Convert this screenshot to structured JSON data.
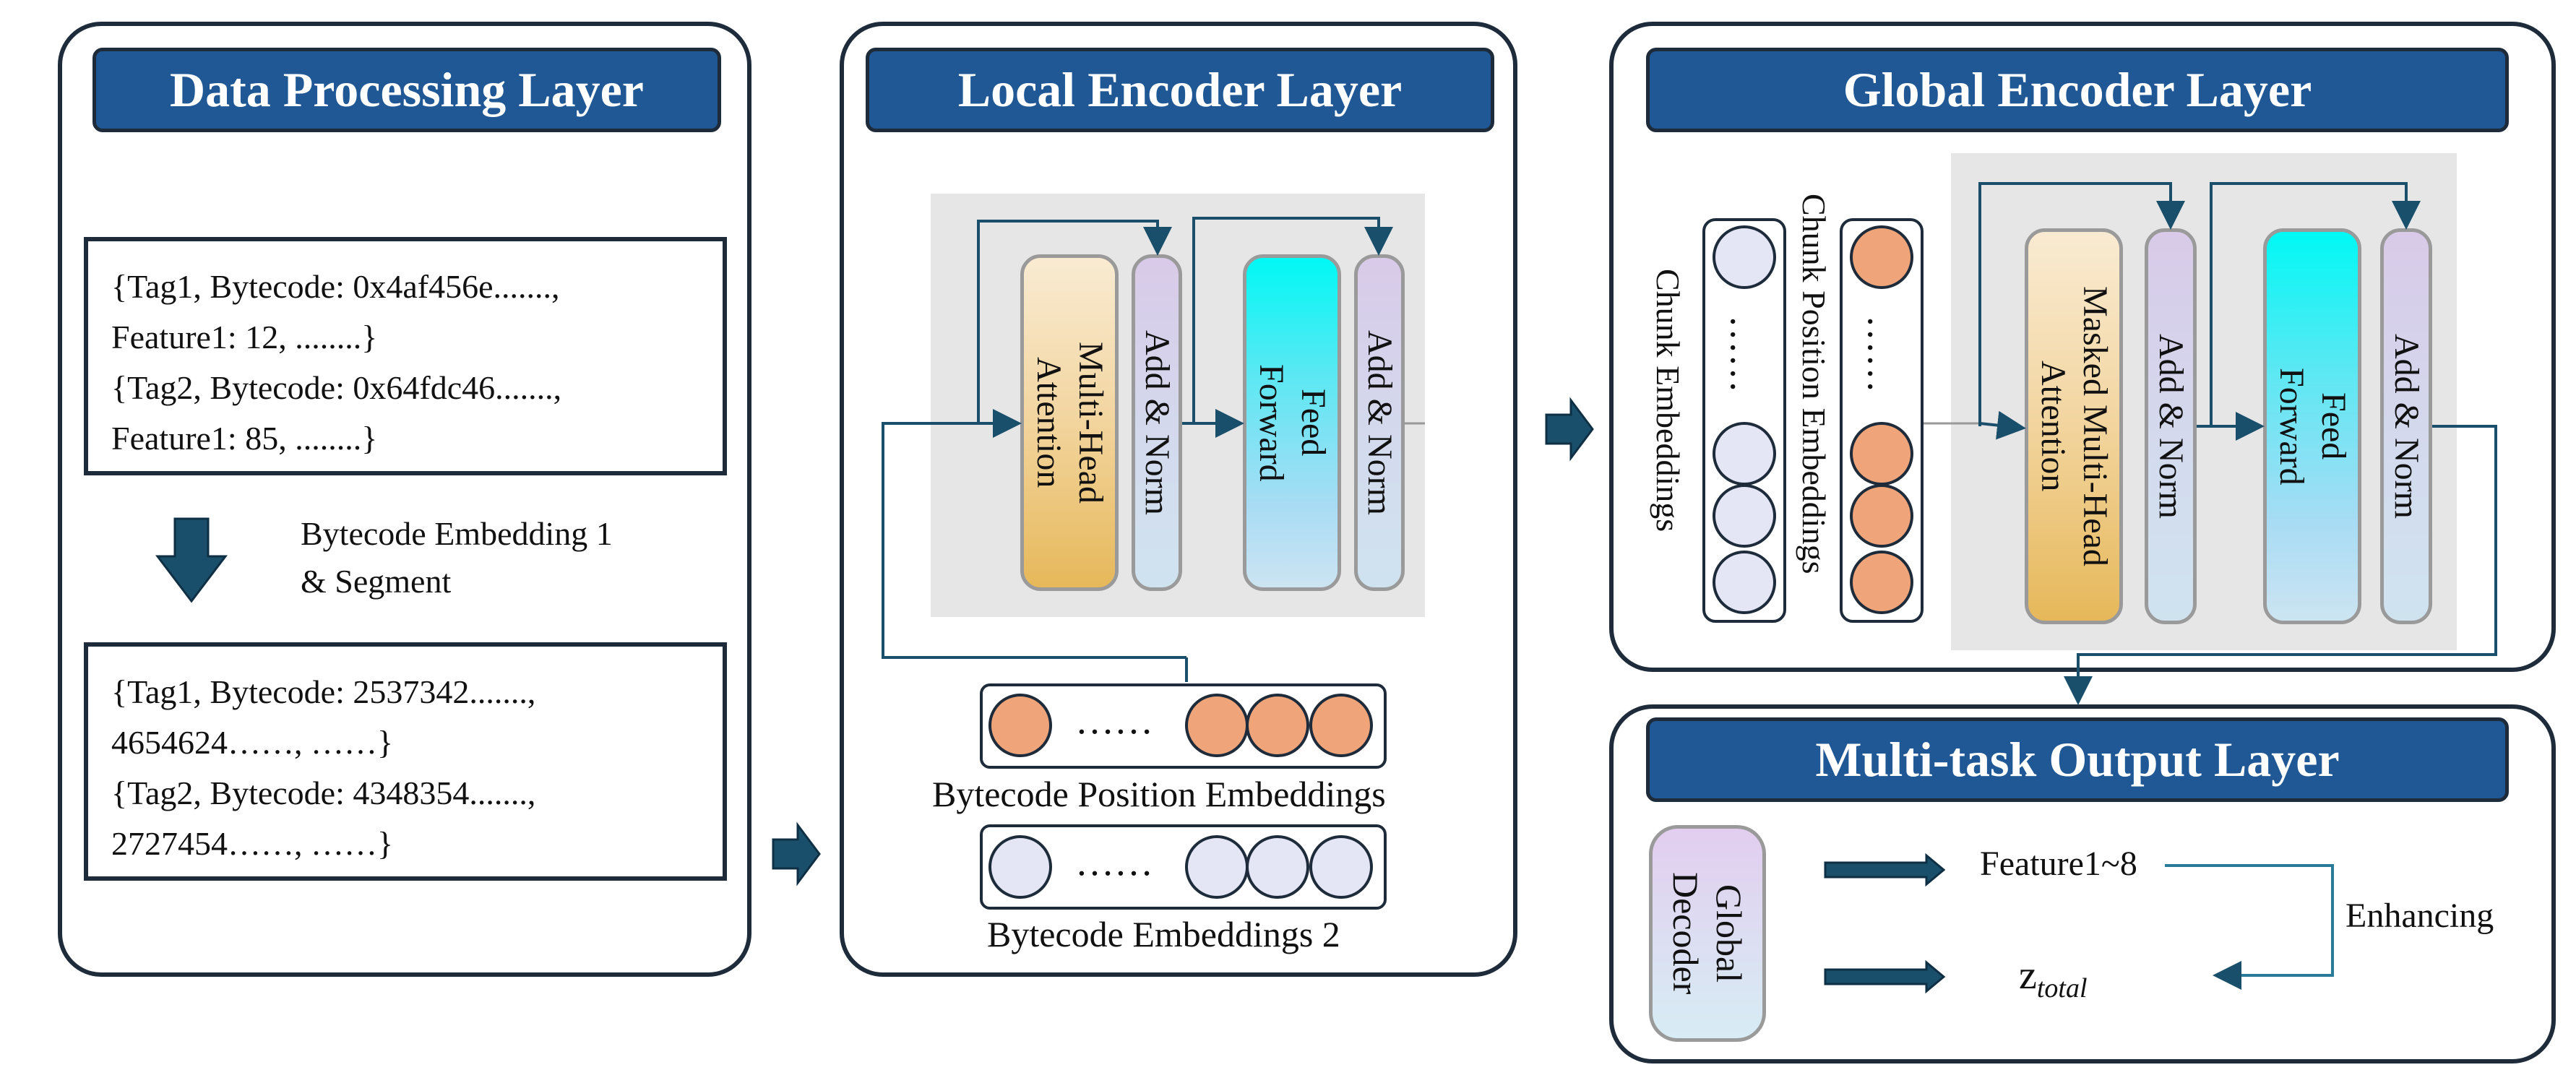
{
  "panels": {
    "data_processing": {
      "title": "Data Processing Layer",
      "box1": [
        "{Tag1, Bytecode:  0x4af456e.......,",
        "Feature1: 12, ........}",
        "{Tag2, Bytecode: 0x64fdc46.......,",
        "Feature1: 85, ........}"
      ],
      "arrow_label": [
        "Bytecode Embedding 1",
        "& Segment"
      ],
      "box2": [
        "{Tag1, Bytecode:  2537342.......,",
        "4654624……, ……}",
        "{Tag2, Bytecode: 4348354.......,",
        "2727454……, ……}"
      ]
    },
    "local_encoder": {
      "title": "Local Encoder Layer",
      "attention": "Multi-Head\nAttention",
      "add_norm_1": "Add & Norm",
      "feed_forward": "Feed\nForward",
      "add_norm_2": "Add & Norm",
      "position_embeddings_label": "Bytecode Position Embeddings",
      "embeddings_label": "Bytecode Embeddings 2",
      "ellipsis": "……"
    },
    "global_encoder": {
      "title": "Global Encoder Layer",
      "chunk_embeddings": "Chunk Embeddings",
      "chunk_position_embeddings": "Chunk Position Embeddings",
      "attention": "Masked Multi-Head\nAttention",
      "add_norm_1": "Add & Norm",
      "feed_forward": "Feed\nForward",
      "add_norm_2": "Add & Norm",
      "ellipsis": "……"
    },
    "output": {
      "title": "Multi-task Output Layer",
      "decoder": "Global\nDecoder",
      "feature": "Feature1~8",
      "z_main": "z",
      "z_sub": "total",
      "enhancing": "Enhancing"
    }
  },
  "colors": {
    "header_bg": "#1f5895",
    "dark": "#1d2b3a",
    "arrow": "#1a4f6b",
    "orange_token": "#f0a47a",
    "blue_token": "#e4e6f6",
    "panel_gray": "#e6e6e6"
  }
}
